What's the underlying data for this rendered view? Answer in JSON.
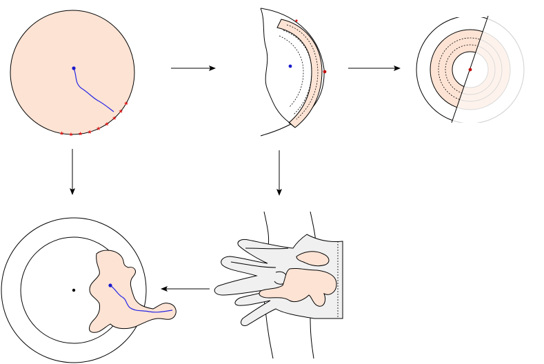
{
  "colors": {
    "region_fill": "#fde3d4",
    "gray_fill": "#f0f0f0",
    "path": "#2323e6",
    "dot_blue": "#1a1acc",
    "star_red": "#e01818",
    "dot_red": "#c01010",
    "line": "#000000",
    "faint": "#b8b8b8"
  },
  "icons": [
    "arrow-right-icon",
    "arrow-down-icon",
    "arrow-left-icon"
  ],
  "panels": [
    {
      "id": "disk-with-path",
      "description_visible": false
    },
    {
      "id": "boundary-slice",
      "description_visible": false
    },
    {
      "id": "annulus-halfplane",
      "description_visible": false
    },
    {
      "id": "folded-strip",
      "description_visible": false
    },
    {
      "id": "annulus-with-blob",
      "description_visible": false
    }
  ]
}
